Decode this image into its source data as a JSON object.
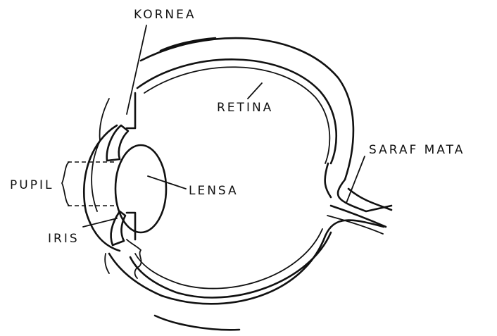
{
  "diagram": {
    "labels": {
      "kornea": "KORNEA",
      "retina": "RETINA",
      "saraf_mata": "SARAF MATA",
      "pupil": "PUPIL",
      "lensa": "LENSA",
      "iris": "IRIS"
    }
  }
}
